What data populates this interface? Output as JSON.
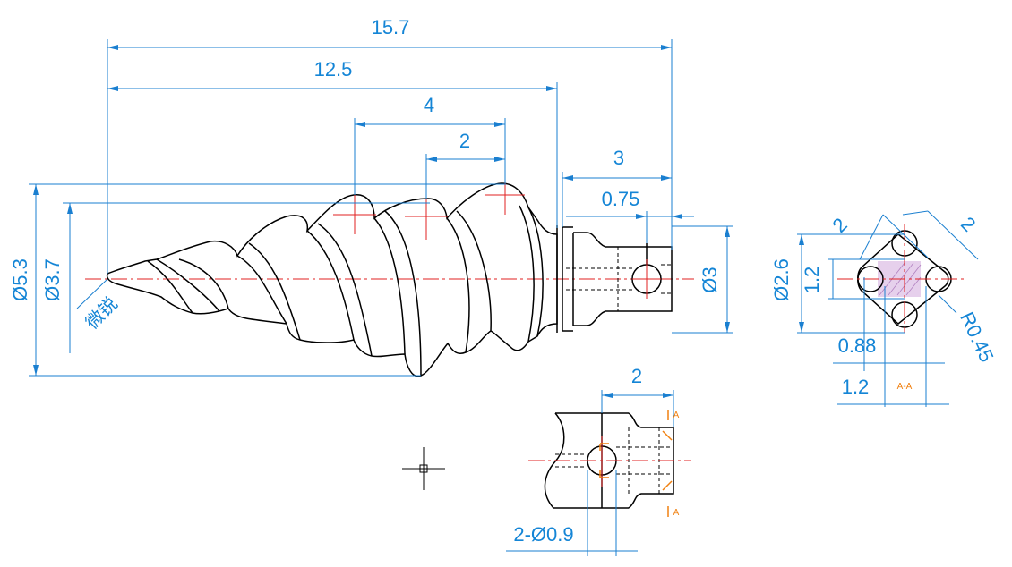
{
  "dimensions": {
    "overall_length": "15.7",
    "thread_length": "12.5",
    "pitch_double": "4",
    "pitch": "2",
    "head_length": "3",
    "head_offset": "0.75",
    "major_diameter": "Ø5.3",
    "minor_diameter": "Ø3.7",
    "head_diameter": "Ø3",
    "section_diameter": "Ø2.6",
    "section_width_a": "2",
    "section_width_b": "2",
    "section_height": "1.2",
    "section_gap": "0.88",
    "section_gap_2": "1.2",
    "section_radius": "R0.45",
    "detail_length": "2",
    "holes": "2-Ø0.9"
  },
  "annotations": {
    "tip_note": "微锐",
    "section_label": "A-A",
    "cut_mark_top": "A",
    "cut_mark_bottom": "A"
  },
  "colors": {
    "dimension": "#1485d6",
    "centerline": "#e02020",
    "section_mark": "#f08010",
    "part": "#000000"
  }
}
